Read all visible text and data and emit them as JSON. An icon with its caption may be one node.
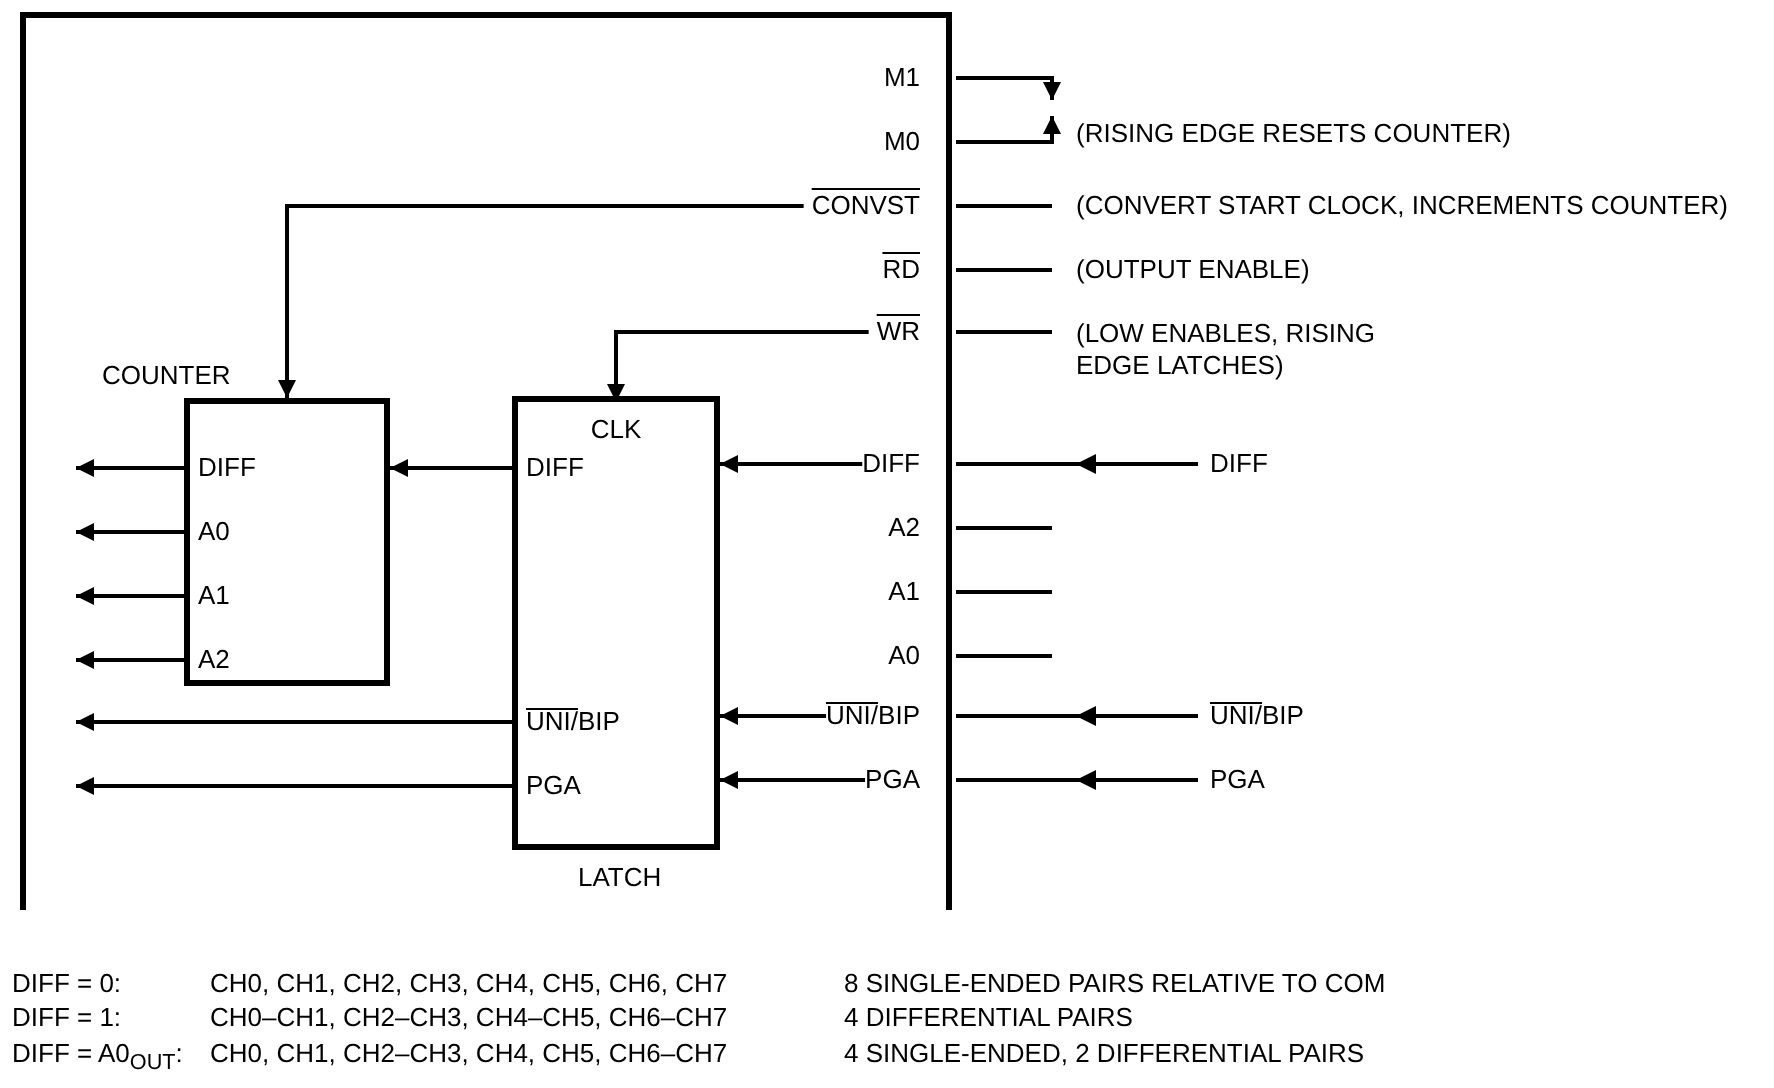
{
  "diagram": {
    "nodes": [
      {
        "text": [],
        "shape": "box"
      },
      {
        "text": [
          "COUNTER"
        ],
        "in": 0
      },
      {
        "text": [
          "DIFF"
        ],
        "in": 1
      },
      {
        "text": [
          "A0"
        ],
        "in": 1
      },
      {
        "text": [
          "A1"
        ],
        "in": 1
      },
      {
        "text": [
          "A2"
        ],
        "in": 1
      },
      {
        "text": [
          "LATCH"
        ],
        "in": 0
      },
      {
        "text": [
          "CLK"
        ],
        "in": 6
      },
      {
        "text": [
          "DIFF"
        ],
        "in": 6
      },
      {
        "text": [
          "UNI/BIP"
        ],
        "in": 6
      },
      {
        "text": [
          "PGA"
        ],
        "in": 6
      },
      {
        "text": [
          "M1"
        ],
        "in": 0
      },
      {
        "text": [
          "M0"
        ],
        "in": 0
      },
      {
        "text": [
          "CONVST"
        ],
        "in": 0
      },
      {
        "text": [
          "RD"
        ],
        "in": 0
      },
      {
        "text": [
          "WR"
        ],
        "in": 0
      },
      {
        "text": [
          "DIFF"
        ],
        "in": 0
      },
      {
        "text": [
          "A2"
        ],
        "in": 0
      },
      {
        "text": [
          "A1"
        ],
        "in": 0
      },
      {
        "text": [
          "A0"
        ],
        "in": 0
      },
      {
        "text": [
          "UNI/BIP"
        ],
        "in": 0
      },
      {
        "text": [
          "PGA"
        ],
        "in": 0
      },
      {
        "text": [
          "DIFF"
        ]
      },
      {
        "text": [
          "UNI/BIP"
        ]
      },
      {
        "text": [
          "PGA"
        ]
      },
      {
        "text": [
          "(RISING EDGE RESETS COUNTER)"
        ]
      }
    ],
    "edges": [
      {
        "from": 11,
        "to": 25,
        "arrow": "to"
      },
      {
        "from": 12,
        "to": 25,
        "arrow": "to"
      },
      {
        "from": 13,
        "to": 1,
        "arrow": "to"
      },
      {
        "from": 13,
        "to": null,
        "arrow": "none"
      },
      {
        "from": 14,
        "to": null,
        "arrow": "none"
      },
      {
        "from": 15,
        "to": 7,
        "arrow": "to"
      },
      {
        "from": 15,
        "to": null,
        "arrow": "none"
      },
      {
        "from": 16,
        "to": 6,
        "arrow": "to"
      },
      {
        "from": 17,
        "to": null,
        "arrow": "none"
      },
      {
        "from": 18,
        "to": null,
        "arrow": "none"
      },
      {
        "from": 19,
        "to": null,
        "arrow": "none"
      },
      {
        "from": 20,
        "to": 6,
        "arrow": "to"
      },
      {
        "from": 21,
        "to": 6,
        "arrow": "to"
      },
      {
        "from": 22,
        "to": 16,
        "arrow": "to"
      },
      {
        "from": 23,
        "to": 20,
        "arrow": "to"
      },
      {
        "from": 24,
        "to": 21,
        "arrow": "to"
      },
      {
        "from": 8,
        "to": 1,
        "arrow": "to"
      },
      {
        "from": 2,
        "to": null,
        "arrow": "to"
      },
      {
        "from": 3,
        "to": null,
        "arrow": "to"
      },
      {
        "from": 4,
        "to": null,
        "arrow": "to"
      },
      {
        "from": 5,
        "to": null,
        "arrow": "to"
      },
      {
        "from": 9,
        "to": null,
        "arrow": "to"
      },
      {
        "from": 10,
        "to": null,
        "arrow": "to"
      }
    ],
    "labels": [
      "(CONVERT START CLOCK, INCREMENTS COUNTER)",
      "(OUTPUT ENABLE)",
      "(LOW ENABLES, RISING EDGE LATCHES)",
      "DIFF = 0:",
      "CH0, CH1, CH2, CH3, CH4, CH5, CH6, CH7",
      "8 SINGLE-ENDED PAIRS RELATIVE TO COM",
      "DIFF = 1:",
      "CH0–CH1, CH2–CH3, CH4–CH5, CH6–CH7",
      "4 DIFFERENTIAL PAIRS",
      "DIFF = A0$_{OUT}$:",
      "CH0, CH1, CH2–CH3, CH4, CH5, CH6–CH7",
      "4 SINGLE-ENDED, 2 DIFFERENTIAL PAIRS"
    ]
  }
}
